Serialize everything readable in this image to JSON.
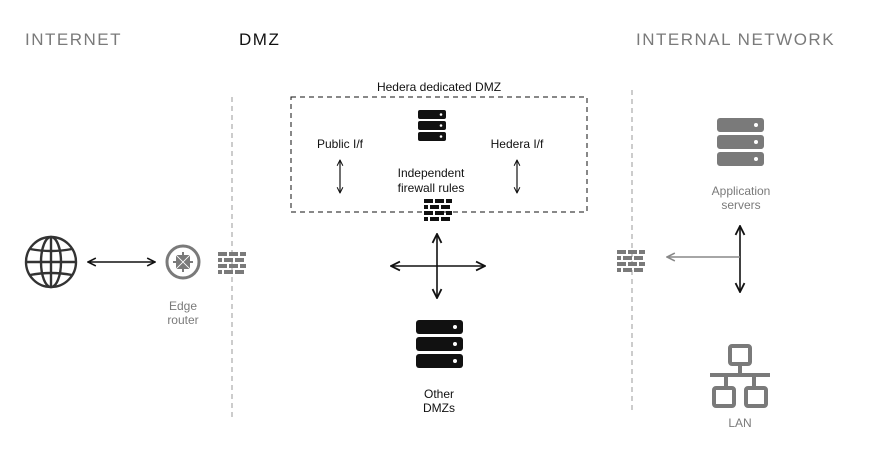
{
  "zones": {
    "internet": "INTERNET",
    "dmz": "DMZ",
    "internal": "INTERNAL NETWORK"
  },
  "dmz_box": {
    "title": "Hedera dedicated DMZ",
    "public_if": "Public I/f",
    "hedera_if": "Hedera I/f",
    "firewall_rules_line1": "Independent",
    "firewall_rules_line2": "firewall rules"
  },
  "nodes": {
    "edge_router": {
      "line1": "Edge",
      "line2": "router"
    },
    "other_dmzs": {
      "line1": "Other",
      "line2": "DMZs"
    },
    "app_servers": {
      "line1": "Application",
      "line2": "servers"
    },
    "lan": {
      "line1": "LAN"
    }
  },
  "icons": [
    "globe-icon",
    "router-icon",
    "firewall-icon",
    "server-icon",
    "lan-icon"
  ],
  "colors": {
    "dark": "#111111",
    "muted": "#7a7a7a",
    "light": "#9a9a9a"
  }
}
